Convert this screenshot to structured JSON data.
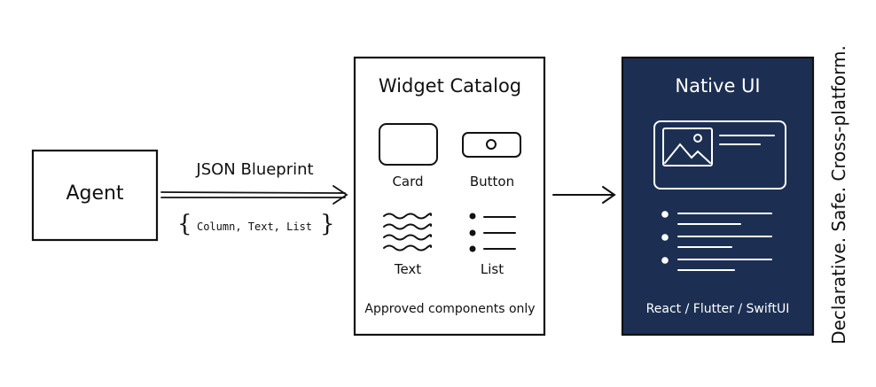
{
  "agent": {
    "label": "Agent"
  },
  "edge": {
    "label": "JSON Blueprint",
    "fields": "Column, Text, List",
    "brace_open": "{",
    "brace_close": "}"
  },
  "catalog": {
    "title": "Widget Catalog",
    "widgets": [
      {
        "label": "Card",
        "icon": "card-icon"
      },
      {
        "label": "Button",
        "icon": "button-icon"
      },
      {
        "label": "Text",
        "icon": "text-lines-icon"
      },
      {
        "label": "List",
        "icon": "bullet-list-icon"
      }
    ],
    "note": "Approved components only"
  },
  "native": {
    "title": "Native UI",
    "footer": "React / Flutter / SwiftUI",
    "background_color": "#1c2f52",
    "icons": [
      "image-icon",
      "bullet-list-icon"
    ]
  },
  "tagline": "Declarative. Safe. Cross-platform."
}
